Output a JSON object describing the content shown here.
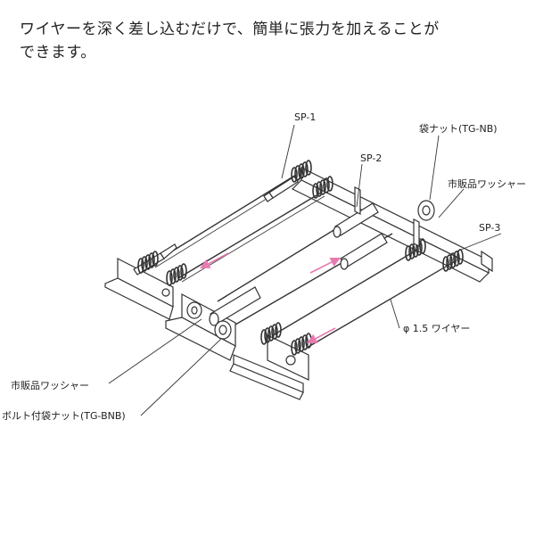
{
  "intro": {
    "line1": "ワイヤーを深く差し込むだけで、簡単に張力を加えることが",
    "line2": "できます。"
  },
  "labels": {
    "sp1": "SP-1",
    "sp2": "SP-2",
    "sp3": "SP-3",
    "cap_nut": "袋ナット(TG-NB)",
    "washer_top": "市販品ワッシャー",
    "wire": "φ 1.5 ワイヤー",
    "washer_bottom": "市販品ワッシャー",
    "bolt_cap_nut": "ボルト付袋ナット(TG-BNB)"
  },
  "colors": {
    "line": "#333333",
    "arrow": "#e87ab0",
    "fill": "#ffffff"
  }
}
